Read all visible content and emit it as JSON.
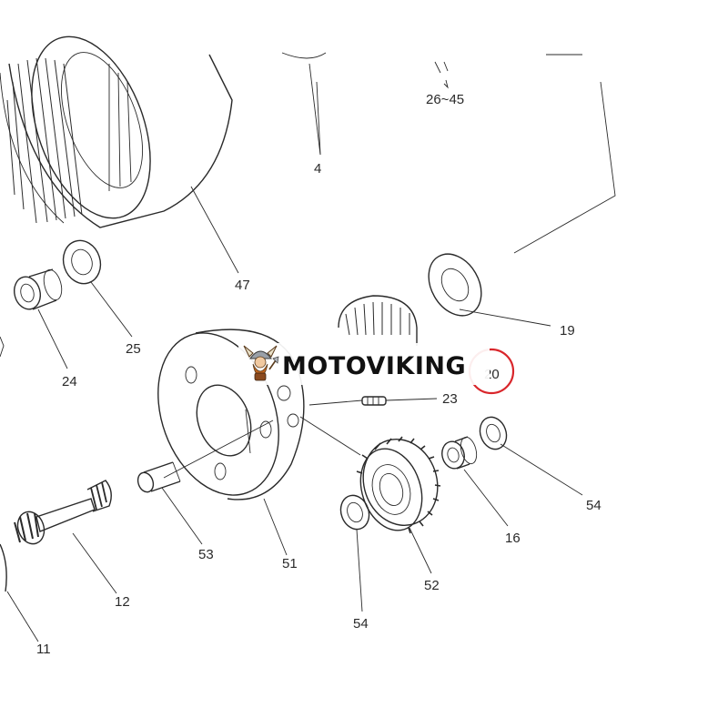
{
  "diagram": {
    "callouts": [
      {
        "id": "4",
        "text": "4"
      },
      {
        "id": "26-45",
        "text": "26~45"
      },
      {
        "id": "47",
        "text": "47"
      },
      {
        "id": "19",
        "text": "19"
      },
      {
        "id": "25",
        "text": "25"
      },
      {
        "id": "24",
        "text": "24"
      },
      {
        "id": "20",
        "text": "20"
      },
      {
        "id": "23",
        "text": "23"
      },
      {
        "id": "54a",
        "text": "54"
      },
      {
        "id": "16",
        "text": "16"
      },
      {
        "id": "53",
        "text": "53"
      },
      {
        "id": "51",
        "text": "51"
      },
      {
        "id": "52",
        "text": "52"
      },
      {
        "id": "54b",
        "text": "54"
      },
      {
        "id": "12",
        "text": "12"
      },
      {
        "id": "11",
        "text": "11"
      }
    ],
    "highlight_color": "#d9262b"
  },
  "watermark": {
    "brand": "MOTOVIKING",
    "icon": "viking-mascot-icon"
  }
}
